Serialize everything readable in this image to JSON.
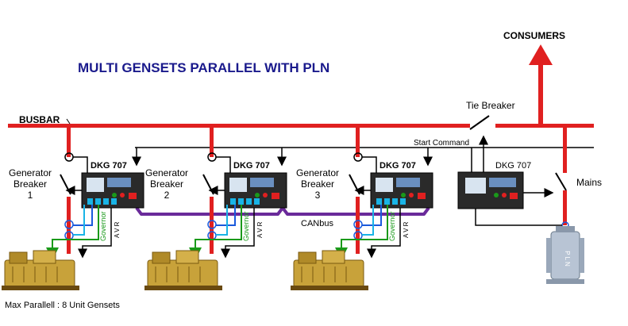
{
  "title": "MULTI GENSETS PARALLEL WITH PLN",
  "busbar_label": "BUSBAR",
  "consumers_label": "CONSUMERS",
  "tie_breaker_label": "Tie Breaker",
  "start_command_label": "Start Command",
  "mains_label": "Mains",
  "canbus_label": "CANbus",
  "max_parallel_label": "Max Parallell : 8 Unit Gensets",
  "controller_model": "DKG 707",
  "governor_label": "Governor",
  "avr_label": "A V R",
  "pln_label": "P L N",
  "generators": [
    {
      "breaker_line1": "Generator",
      "breaker_line2": "Breaker",
      "number": "1"
    },
    {
      "breaker_line1": "Generator",
      "breaker_line2": "Breaker",
      "number": "2"
    },
    {
      "breaker_line1": "Generator",
      "breaker_line2": "Breaker",
      "number": "3"
    }
  ],
  "colors": {
    "title": "#1a1a8c",
    "busbar": "#e02020",
    "canbus": "#6a2a9a",
    "governor": "#1a9a1a",
    "avr_wire": "#1a5adc",
    "cyan_wire": "#19b4e6",
    "genset": "#c8a23a"
  }
}
